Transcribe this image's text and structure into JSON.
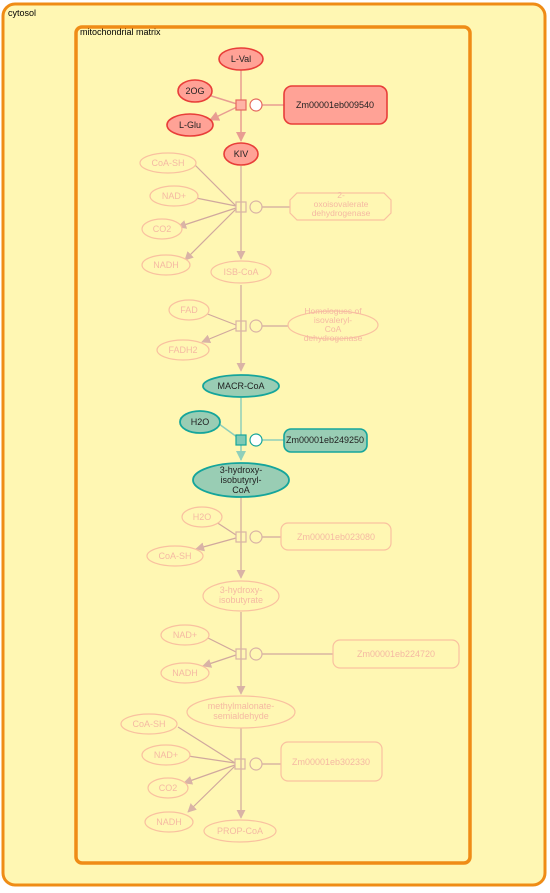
{
  "compartments": {
    "cytosol": "cytosol",
    "matrix": "mitochondrial matrix"
  },
  "metabolites": {
    "l_val": "L-Val",
    "two_og": "2OG",
    "l_glu": "L-Glu",
    "kiv": "KIV",
    "coash_1": "CoA-SH",
    "nad_1": "NAD+",
    "co2_1": "CO2",
    "nadh_1": "NADH",
    "isb_coa": "ISB-CoA",
    "fad": "FAD",
    "fadh2": "FADH2",
    "macr_coa": "MACR-CoA",
    "h2o_1": "H2O",
    "hib_coa": [
      "3-hydroxy-",
      "isobutyryl-",
      "CoA"
    ],
    "h2o_2": "H2O",
    "coash_2": "CoA-SH",
    "hib": [
      "3-hydroxy-",
      "isobutyrate"
    ],
    "nad_2": "NAD+",
    "nadh_2": "NADH",
    "mmsa": [
      "methylmalonate-",
      "semialdehyde"
    ],
    "coash_3": "CoA-SH",
    "nad_3": "NAD+",
    "co2_2": "CO2",
    "nadh_3": "NADH",
    "prop_coa": "PROP-CoA"
  },
  "enzymes": {
    "e1": "Zm00001eb009540",
    "e2": [
      "2-",
      "oxoisovalerate",
      "dehydrogenase"
    ],
    "e3": [
      "Homologues of",
      "isovaleryl-",
      "CoA",
      "dehydrogenase"
    ],
    "e4": "Zm00001eb249250",
    "e5": "Zm00001eb023080",
    "e6": "Zm00001eb224720",
    "e7": "Zm00001eb302330"
  },
  "colors": {
    "cytosol_fill": "#fff7b3",
    "border": "#ef8c16",
    "highlight_red_fill": "#ffa296",
    "highlight_red_stroke": "#e83e39",
    "highlight_teal_fill": "#99cdb4",
    "highlight_teal_stroke": "#15a59b",
    "faded_stroke": "#f9c1a0",
    "faded_text": "#f5b9a3",
    "edge": "#d0a89e",
    "edge_active_red": "#e89d92",
    "edge_active_teal": "#7fcab5",
    "text_dark": "#222222"
  }
}
